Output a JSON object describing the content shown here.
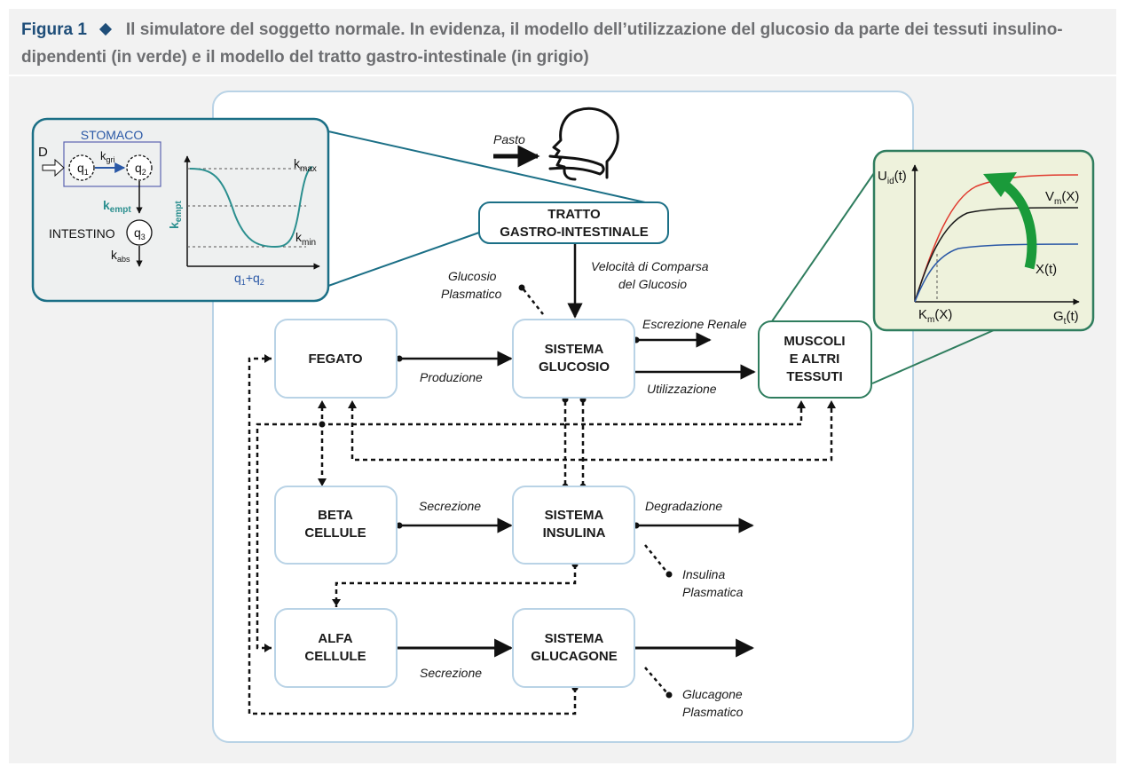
{
  "caption": {
    "label": "Figura 1",
    "text": "Il simulatore del soggetto normale. In evidenza, il modello dell’utilizzazione del glucosio da parte dei tessuti insulino-dipendenti (in verde) e il modello del tratto gastro-intestinale (in grigio)"
  },
  "colors": {
    "figure_label": "#1f4e79",
    "box_border": "#b9d3e6",
    "inset_gi_border": "#1b6f86",
    "inset_gi_fill": "#eef0f0",
    "inset_muscle_border": "#2f7d5e",
    "inset_muscle_fill": "#eef2dc",
    "green_arrow": "#1a9a3a",
    "curve_red": "#e03a2e",
    "curve_black": "#1a1a1a",
    "curve_blue": "#2a58a6",
    "curve_teal": "#2b8f8f"
  },
  "boxes": {
    "gi": [
      "TRATTO",
      "GASTRO-INTESTINALE"
    ],
    "fegato": [
      "FEGATO"
    ],
    "glucosio": [
      "SISTEMA",
      "GLUCOSIO"
    ],
    "muscoli": [
      "MUSCOLI",
      "E ALTRI",
      "TESSUTI"
    ],
    "beta": [
      "BETA",
      "CELLULE"
    ],
    "insulina": [
      "SISTEMA",
      "INSULINA"
    ],
    "alfa": [
      "ALFA",
      "CELLULE"
    ],
    "glucagone": [
      "SISTEMA",
      "GLUCAGONE"
    ]
  },
  "labels": {
    "pasto": "Pasto",
    "velocita": [
      "Velocità di Comparsa",
      "del Glucosio"
    ],
    "glucosio_plasmatico": [
      "Glucosio",
      "Plasmatico"
    ],
    "escrezione": "Escrezione Renale",
    "produzione": "Produzione",
    "utilizzazione": "Utilizzazione",
    "secrezione_beta": "Secrezione",
    "degradazione": "Degradazione",
    "insulina_plasmatica": [
      "Insulina",
      "Plasmatica"
    ],
    "secrezione_alfa": "Secrezione",
    "glucagone_plasmatico": [
      "Glucagone",
      "Plasmatico"
    ]
  },
  "gi_inset": {
    "stomaco": "STOMACO",
    "D": "D",
    "q1": "q",
    "q1_sub": "1",
    "q2": "q",
    "q2_sub": "2",
    "kgri": "k",
    "kgri_sub": "gri",
    "kempt": "k",
    "kempt_sub": "empt",
    "intestino": "INTESTINO",
    "q3": "q",
    "q3_sub": "3",
    "kabs": "k",
    "kabs_sub": "abs",
    "y_axis": "k",
    "y_axis_sub": "empt",
    "kmax": "k",
    "kmax_sub": "max",
    "kmin": "k",
    "kmin_sub": "min",
    "x_axis_a": "q",
    "x_axis_a_sub": "1",
    "x_axis_plus": "+q",
    "x_axis_b_sub": "2"
  },
  "muscle_inset": {
    "y_axis": "U",
    "y_axis_sub": "id",
    "y_axis_tail": "(t)",
    "vm": "V",
    "vm_sub": "m",
    "vm_tail": "(X)",
    "xt": "X(t)",
    "km": "K",
    "km_sub": "m",
    "km_tail": "(X)",
    "gt": "G",
    "gt_sub": "t",
    "gt_tail": "(t)"
  }
}
